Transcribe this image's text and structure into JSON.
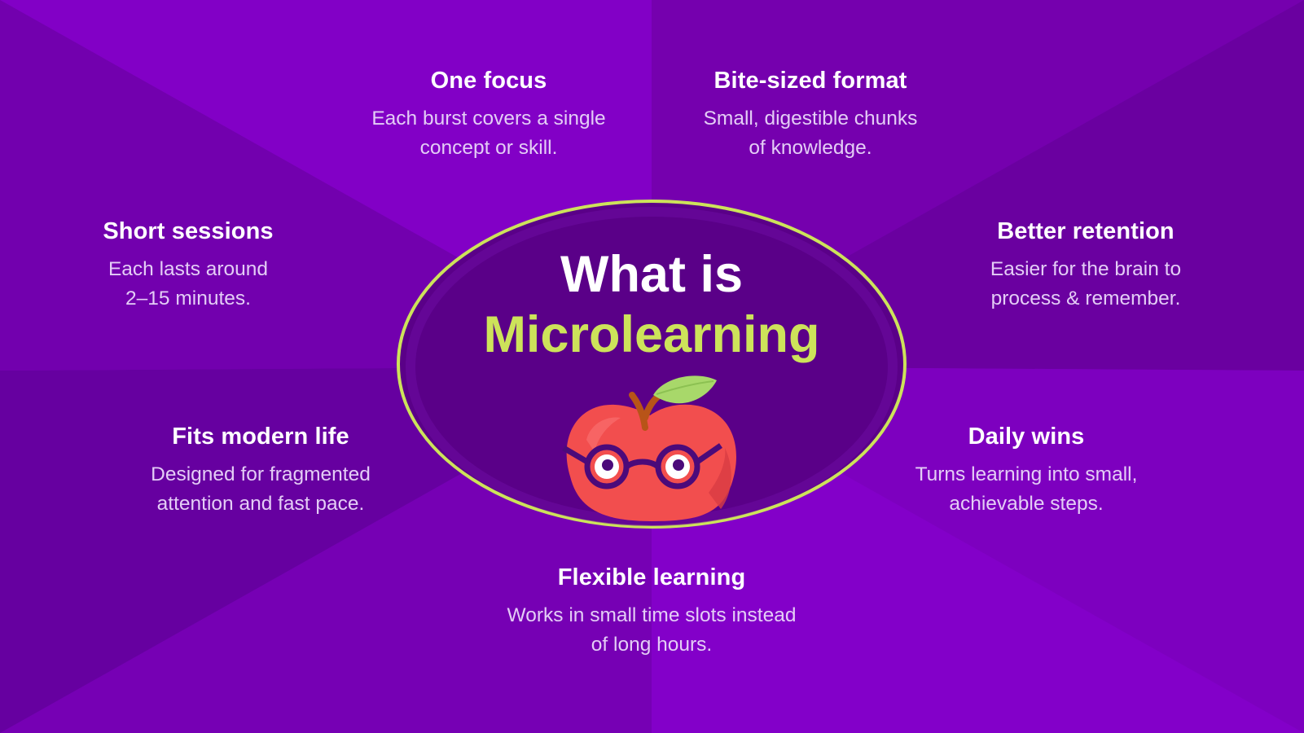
{
  "colors": {
    "background": "#7a00b8",
    "ellipse_fill": "#5a0088",
    "ellipse_stroke": "#cde35a",
    "title_primary": "#ffffff",
    "title_accent": "#cde35a",
    "apple": "#f24e4e",
    "glasses": "#4b0a7a",
    "leaf": "#a8d86a"
  },
  "center": {
    "title_line1": "What is",
    "title_line2": "Microlearning",
    "mascot": "apple-with-glasses-icon"
  },
  "features": [
    {
      "id": "one-focus",
      "title": "One focus",
      "line1": "Each burst covers a single",
      "line2": "concept or skill."
    },
    {
      "id": "bite-sized-format",
      "title": "Bite-sized format",
      "line1": "Small, digestible chunks",
      "line2": "of knowledge."
    },
    {
      "id": "short-sessions",
      "title": "Short sessions",
      "line1": "Each lasts around",
      "line2": "2–15 minutes."
    },
    {
      "id": "better-retention",
      "title": "Better retention",
      "line1": "Easier for the brain to",
      "line2": "process & remember."
    },
    {
      "id": "fits-modern-life",
      "title": "Fits modern life",
      "line1": "Designed for fragmented",
      "line2": "attention and fast pace."
    },
    {
      "id": "daily-wins",
      "title": "Daily wins",
      "line1": "Turns learning into small,",
      "line2": "achievable steps."
    },
    {
      "id": "flexible-learning",
      "title": "Flexible learning",
      "line1": "Works in small time slots instead",
      "line2": "of long hours."
    }
  ]
}
